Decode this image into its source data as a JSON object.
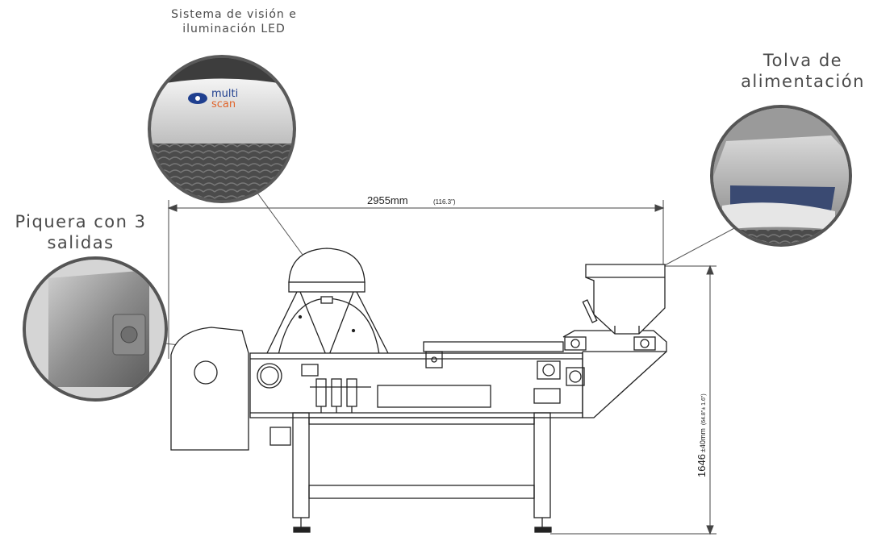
{
  "labels": {
    "vision": {
      "line1": "Sistema de visión e",
      "line2": "iluminación LED"
    },
    "hopper": {
      "line1": "Tolva de",
      "line2": "alimentación"
    },
    "outlet": {
      "line1": "Piquera con 3",
      "line2": "salidas"
    }
  },
  "camera_brand": {
    "line1": "multi",
    "line2": "scan"
  },
  "dimensions": {
    "width": {
      "value": "2955mm",
      "inches": "(116.3\")"
    },
    "height": {
      "value": "1646",
      "tolerance": "±40mm",
      "inches": "(64.8\"± 1.6\")"
    }
  },
  "colors": {
    "brand_blue": "#1f3f8f",
    "brand_orange": "#e0642a",
    "line": "#222222"
  }
}
